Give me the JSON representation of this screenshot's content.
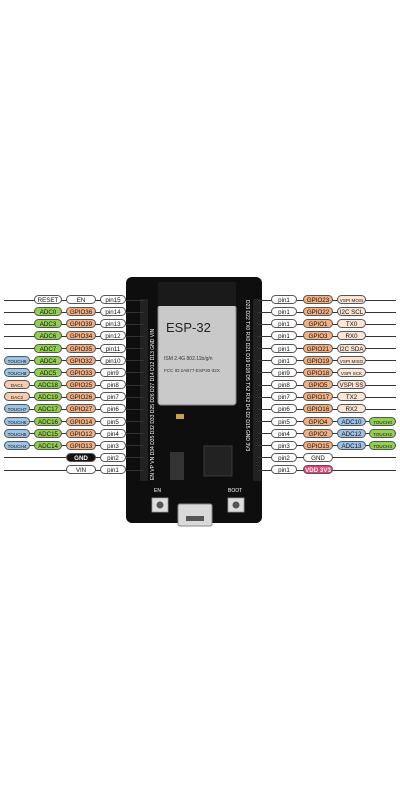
{
  "colors": {
    "white": "#ffffff",
    "black": "#111111",
    "gpio": "#f4b183",
    "adc": "#92d050",
    "touch": "#9dc3e6",
    "dac": "#f8cbad",
    "func": "#fbe5d6",
    "vdd": "#e03f78",
    "board": "#0e0e0e",
    "module": "#c9c9c9"
  },
  "board": {
    "module_label": "ESP-32",
    "module_line1": "ISM 2.4G 802.11b/g/n",
    "module_line2": "FCC ID:2AB77-ESP30-32X",
    "left_silk": "EN VP VN D34 D35 D32 D33 D25 D26 D27 D14 D12 D13 GND VIN",
    "right_silk": "D23 D22 TX0 RX0 D21 D19 D18 D5 TX2 RX2 D4 D2 D15 GND 3V3",
    "btn_left": "EN",
    "btn_right": "BOOT"
  },
  "left_rows": [
    {
      "pin": "pin15",
      "name": "EN",
      "name_color": "white",
      "func": "RESET",
      "func_color": "white"
    },
    {
      "pin": "pin14",
      "name": "GPIO36",
      "name_color": "gpio",
      "func": "ADC0",
      "func_color": "adc"
    },
    {
      "pin": "pin13",
      "name": "GPIO39",
      "name_color": "gpio",
      "func": "ADC3",
      "func_color": "adc"
    },
    {
      "pin": "pin12",
      "name": "GPIO34",
      "name_color": "gpio",
      "func": "ADC6",
      "func_color": "adc"
    },
    {
      "pin": "pin11",
      "name": "GPIO35",
      "name_color": "gpio",
      "func": "ADC7",
      "func_color": "adc"
    },
    {
      "pin": "pin10",
      "name": "GPIO32",
      "name_color": "gpio",
      "func": "ADC4",
      "func_color": "adc",
      "extra": "TOUCH9",
      "extra_color": "touch"
    },
    {
      "pin": "pin9",
      "name": "GPIO33",
      "name_color": "gpio",
      "func": "ADC5",
      "func_color": "adc",
      "extra": "TOUCH8",
      "extra_color": "touch"
    },
    {
      "pin": "pin8",
      "name": "GPIO25",
      "name_color": "gpio",
      "func": "ADC18",
      "func_color": "adc",
      "extra": "DAC1",
      "extra_color": "dac"
    },
    {
      "pin": "pin7",
      "name": "GPIO26",
      "name_color": "gpio",
      "func": "ADC19",
      "func_color": "adc",
      "extra": "DAC2",
      "extra_color": "dac"
    },
    {
      "pin": "pin6",
      "name": "GPIO27",
      "name_color": "gpio",
      "func": "ADC17",
      "func_color": "adc",
      "extra": "TOUCH7",
      "extra_color": "touch"
    },
    {
      "pin": "pin5",
      "name": "GPIO14",
      "name_color": "gpio",
      "func": "ADC16",
      "func_color": "adc",
      "extra": "TOUCH6",
      "extra_color": "touch"
    },
    {
      "pin": "pin4",
      "name": "GPIO12",
      "name_color": "gpio",
      "func": "ADC15",
      "func_color": "adc",
      "extra": "TOUCH5",
      "extra_color": "touch"
    },
    {
      "pin": "pin3",
      "name": "GPIO13",
      "name_color": "gpio",
      "func": "ADC14",
      "func_color": "adc",
      "extra": "TOUCH4",
      "extra_color": "touch"
    },
    {
      "pin": "pin2",
      "name": "GND",
      "name_color": "black"
    },
    {
      "pin": "pin1",
      "name": "VIN",
      "name_color": "white"
    }
  ],
  "right_rows": [
    {
      "pin": "pin1",
      "name": "GPIO23",
      "name_color": "gpio",
      "func": "VSPI MOSI",
      "func_color": "func"
    },
    {
      "pin": "pin1",
      "name": "GPIO22",
      "name_color": "gpio",
      "func": "I2C SCL",
      "func_color": "func"
    },
    {
      "pin": "pin1",
      "name": "GPIO1",
      "name_color": "gpio",
      "func": "TX0",
      "func_color": "func"
    },
    {
      "pin": "pin1",
      "name": "GPIO3",
      "name_color": "gpio",
      "func": "RX0",
      "func_color": "func"
    },
    {
      "pin": "pin1",
      "name": "GPIO21",
      "name_color": "gpio",
      "func": "I2C SDA",
      "func_color": "func"
    },
    {
      "pin": "pin1",
      "name": "GPIO19",
      "name_color": "gpio",
      "func": "VSPI MISO",
      "func_color": "func"
    },
    {
      "pin": "pin9",
      "name": "GPIO18",
      "name_color": "gpio",
      "func": "VSPI SCK",
      "func_color": "func"
    },
    {
      "pin": "pin8",
      "name": "GPIO5",
      "name_color": "gpio",
      "func": "VSPI SS",
      "func_color": "func"
    },
    {
      "pin": "pin7",
      "name": "GPIO17",
      "name_color": "gpio",
      "func": "TX2",
      "func_color": "func"
    },
    {
      "pin": "pin6",
      "name": "GPIO16",
      "name_color": "gpio",
      "func": "RX2",
      "func_color": "func"
    },
    {
      "pin": "pin5",
      "name": "GPIO4",
      "name_color": "gpio",
      "func": "ADC10",
      "func_color": "touch",
      "extra": "TOUCH0",
      "extra_color": "adc"
    },
    {
      "pin": "pin4",
      "name": "GPIO2",
      "name_color": "gpio",
      "func": "ADC12",
      "func_color": "touch",
      "extra": "TOUCH2",
      "extra_color": "adc"
    },
    {
      "pin": "pin3",
      "name": "GPIO15",
      "name_color": "gpio",
      "func": "ADC13",
      "func_color": "touch",
      "extra": "TOUCH3",
      "extra_color": "adc"
    },
    {
      "pin": "pin2",
      "name": "GND",
      "name_color": "white"
    },
    {
      "pin": "pin1",
      "name": "VDD 3V3",
      "name_color": "vdd"
    }
  ]
}
